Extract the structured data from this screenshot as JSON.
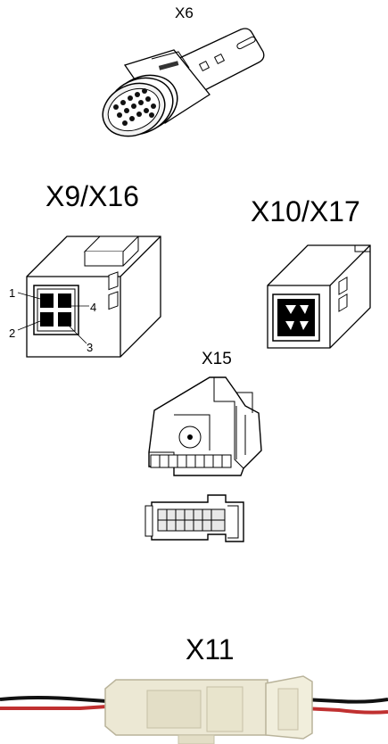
{
  "connectors": {
    "x6": {
      "label": "X6"
    },
    "x9_x16": {
      "label": "X9/X16",
      "pins": [
        "1",
        "2",
        "3",
        "4"
      ]
    },
    "x10_x17": {
      "label": "X10/X17"
    },
    "x15": {
      "label": "X15"
    },
    "x11": {
      "label": "X11"
    }
  },
  "colors": {
    "outline": "#000000",
    "fill": "#ffffff",
    "housing_x11": "#ece8d4",
    "wire_red": "#c03030",
    "wire_black": "#111111"
  }
}
